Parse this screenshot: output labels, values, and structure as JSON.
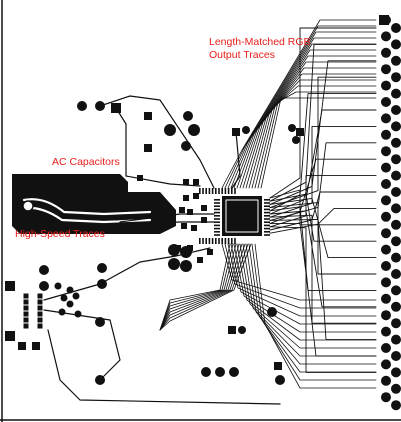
{
  "annotations": {
    "rgb_line1": "Length-Matched RGB",
    "rgb_line2": "Output Traces",
    "ac_capacitors": "AC Capacitors",
    "high_speed": "High-Speed Traces"
  },
  "colors": {
    "copper": "#111111",
    "background": "#ffffff",
    "annotation": "#e8201c"
  }
}
